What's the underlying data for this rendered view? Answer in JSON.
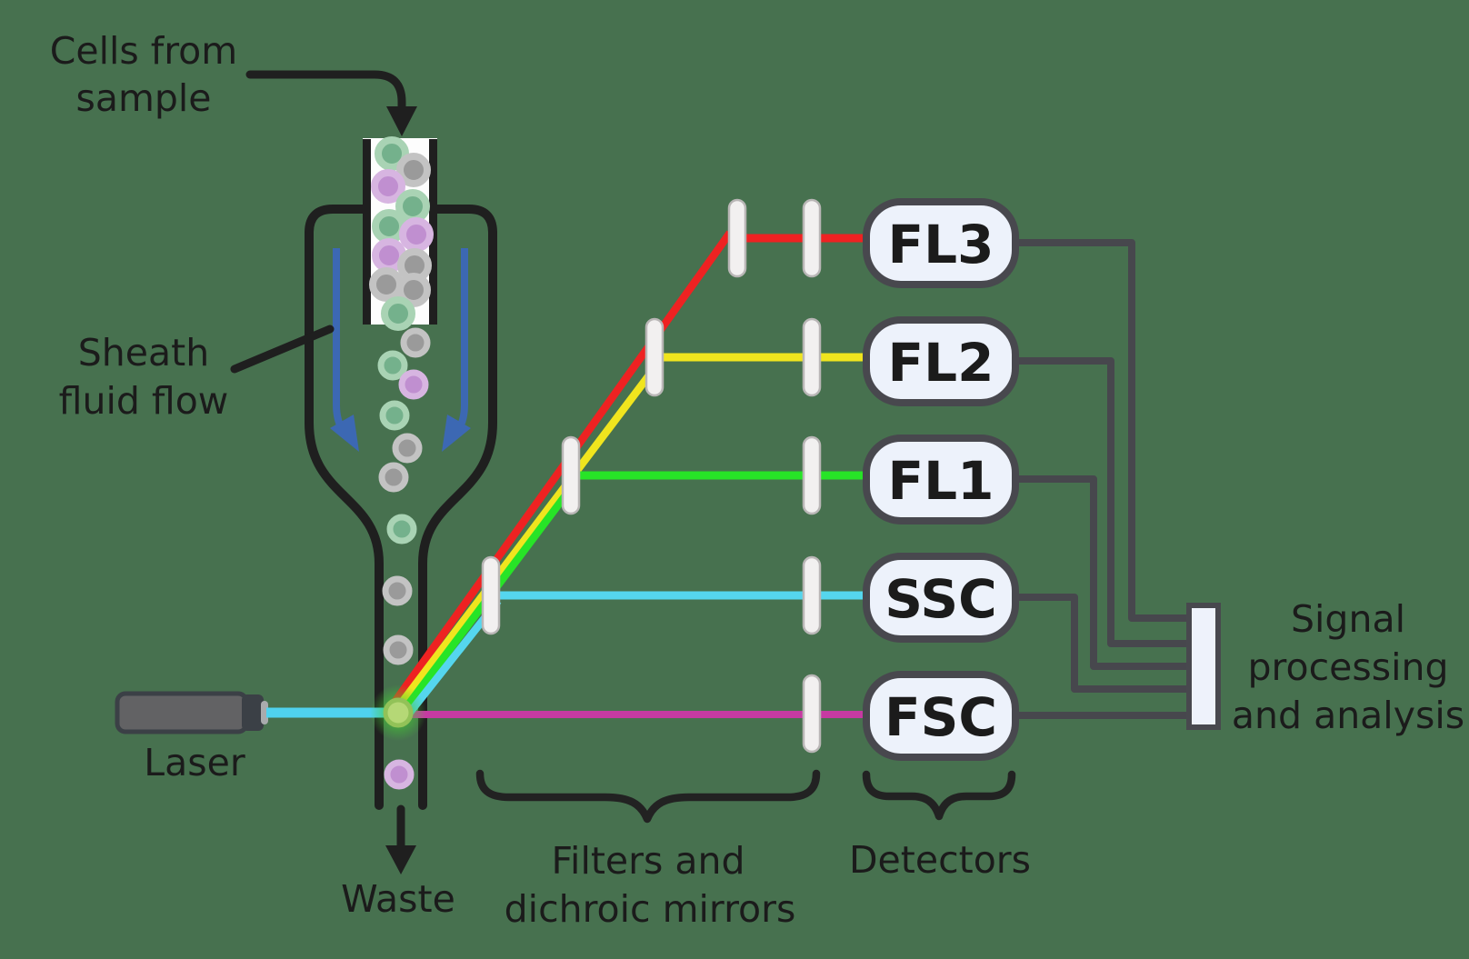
{
  "labels": {
    "cells_from_sample": [
      "Cells from",
      "sample"
    ],
    "sheath_fluid_flow": [
      "Sheath",
      "fluid flow"
    ],
    "laser": "Laser",
    "waste": "Waste",
    "filters_mirrors": [
      "Filters and",
      "dichroic mirrors"
    ],
    "detectors": "Detectors",
    "signal_processing": [
      "Signal",
      "processing",
      "and analysis"
    ]
  },
  "detector_rows": [
    {
      "label": "FL3",
      "beam": "red",
      "beam_color": "#ee2222"
    },
    {
      "label": "FL2",
      "beam": "yellow",
      "beam_color": "#f0e51e"
    },
    {
      "label": "FL1",
      "beam": "green",
      "beam_color": "#27e427"
    },
    {
      "label": "SSC",
      "beam": "cyan",
      "beam_color": "#55d6ee"
    },
    {
      "label": "FSC",
      "beam": "magenta",
      "beam_color": "#c63aa2"
    }
  ],
  "colors": {
    "background": "#47714f",
    "outline": "#1f1f1f",
    "text": "#1b1b1b",
    "laser_beam": "#4fd2ee",
    "sheath_arrow_blue": "#3c68b3",
    "wire": "#47474d",
    "detector_box_fill": "#edf2fb",
    "detector_box_border": "#48484e",
    "filter_pill_fill": "#f2f0f0",
    "filter_pill_border": "#b9b6b6",
    "processor_fill": "#eef2fb",
    "laser_body": "#626264",
    "cell_green": "#74b18c",
    "cell_green_ring": "#a9d3b4",
    "cell_gray": "#9a9a9a",
    "cell_gray_ring": "#c3c3c3",
    "cell_purple": "#c08fd0",
    "cell_purple_ring": "#d7b5e1",
    "glow_cell_fill": "#b5d876",
    "glow_halo": "#3ecb33"
  }
}
